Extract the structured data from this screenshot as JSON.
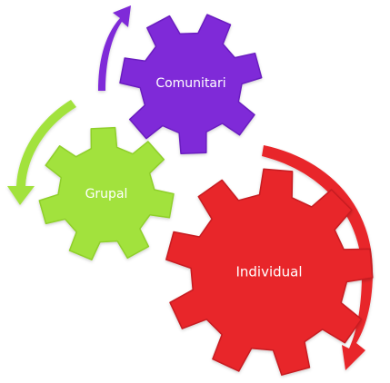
{
  "gears": [
    {
      "id": "comunitari",
      "label": "Comunitari",
      "color": "#7f2bd8",
      "edge": "#6a1fc0"
    },
    {
      "id": "grupal",
      "label": "Grupal",
      "color": "#a2e23d",
      "edge": "#8fcf2c"
    },
    {
      "id": "individual",
      "label": "Individual",
      "color": "#e8262a",
      "edge": "#c71c20"
    }
  ],
  "arrows": [
    {
      "id": "purple-arrow",
      "color": "#7f2bd8"
    },
    {
      "id": "green-arrow",
      "color": "#a2e23d"
    },
    {
      "id": "red-arrow",
      "color": "#e8262a"
    }
  ],
  "background": "#ffffff"
}
